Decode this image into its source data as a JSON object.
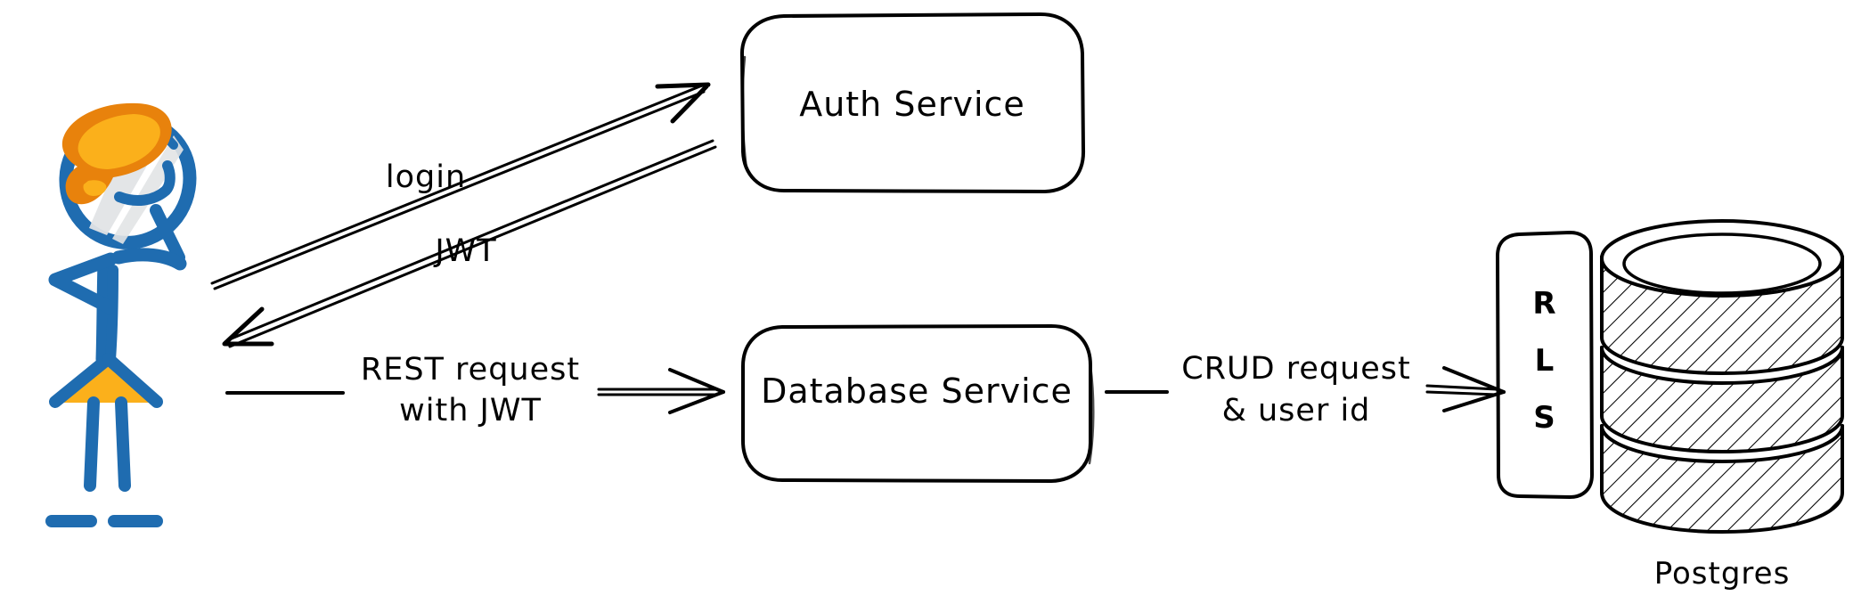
{
  "diagram": {
    "title": "Auth and database service architecture (hand-drawn)",
    "style": "hand-drawn sketch",
    "background_color": "#ffffff",
    "ink_color": "#000000",
    "figure_colors": {
      "body": "#1f6cb0",
      "hat_dark": "#e8820c",
      "hat_light": "#fbb01b",
      "skirt": "#fbb01b",
      "visor": "#e2e4e6"
    }
  },
  "actor": {
    "name": "user-stick-figure",
    "description": "stick figure person wearing an orange beret with a smiling face"
  },
  "nodes": [
    {
      "id": "auth-service",
      "label": "Auth Service",
      "shape": "rounded-rect"
    },
    {
      "id": "database-service",
      "label": "Database Service",
      "shape": "rounded-rect"
    },
    {
      "id": "rls",
      "label": "RLS",
      "letters": [
        "R",
        "L",
        "S"
      ],
      "shape": "rounded-rect-vertical"
    },
    {
      "id": "postgres",
      "label": "Postgres",
      "shape": "database-cylinder"
    }
  ],
  "edges": [
    {
      "id": "login-edge",
      "label": "login",
      "from": "user",
      "to": "auth-service",
      "direction": "right-up"
    },
    {
      "id": "jwt-edge",
      "label": "JWT",
      "from": "auth-service",
      "to": "user",
      "direction": "left-down"
    },
    {
      "id": "rest-edge",
      "label_line1": "REST request",
      "label_line2": "with JWT",
      "from": "user",
      "to": "database-service",
      "direction": "right"
    },
    {
      "id": "crud-edge",
      "label_line1": "CRUD request",
      "label_line2": "& user id",
      "from": "database-service",
      "to": "rls",
      "direction": "right"
    }
  ],
  "labels": {
    "auth_service": "Auth Service",
    "database_service": "Database Service",
    "login": "login",
    "jwt": "JWT",
    "rest_request_line1": "REST request",
    "rest_request_line2": "with JWT",
    "crud_request_line1": "CRUD request",
    "crud_request_line2": "& user id",
    "rls_r": "R",
    "rls_l": "L",
    "rls_s": "S",
    "postgres": "Postgres"
  }
}
